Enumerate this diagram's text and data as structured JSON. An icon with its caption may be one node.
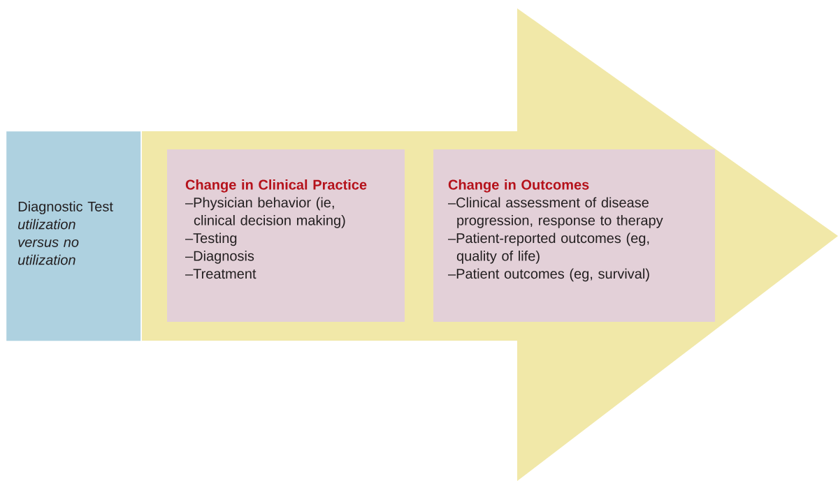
{
  "diagram": {
    "nodes": [
      {
        "text": [
          "Diagnostic Test",
          "utilization versus no utilization"
        ]
      },
      {
        "text": [],
        "shape": "arrow"
      },
      {
        "text": [
          "Change in Clinical Practice",
          "–Physician behavior (ie, clinical decision making)",
          "–Testing",
          "–Diagnosis",
          "–Treatment"
        ],
        "in": 1
      },
      {
        "text": [
          "Change in Outcomes",
          "–Clinical assessment of disease progression, response to therapy",
          "–Patient-reported outcomes (eg, quality of life)",
          "–Patient outcomes (eg, survival)"
        ],
        "in": 1
      }
    ]
  }
}
